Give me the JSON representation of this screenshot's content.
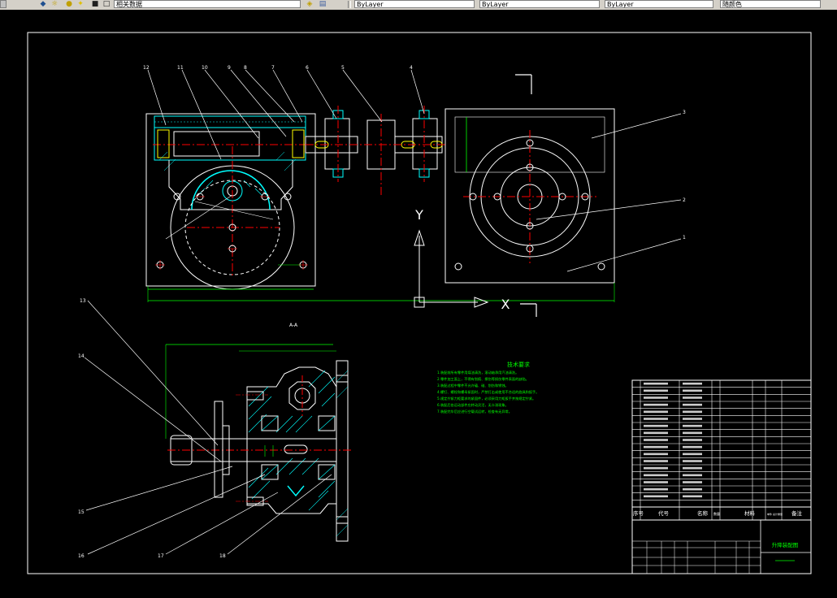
{
  "toolbar": {
    "layer_field": "相关数据_",
    "field2": "ByLayer",
    "field3": "ByLayer",
    "field4": "ByLayer",
    "field5": "随颜色"
  },
  "colors": {
    "background": "#000000",
    "outline": "#ffffff",
    "dimension": "#00ff00",
    "centerline": "#ff0000",
    "hidden": "#ffff00",
    "hatch": "#00ffff",
    "label": "#ffffff"
  },
  "drawing": {
    "balloons_top": [
      "12",
      "11",
      "10",
      "9",
      "8",
      "7",
      "6",
      "5",
      "4"
    ],
    "balloons_right": [
      "3",
      "2",
      "1"
    ],
    "balloons_bottom": [
      "13",
      "14",
      "15",
      "16",
      "17",
      "18"
    ],
    "axis_y": "Y",
    "axis_x": "X",
    "section_label": "A-A",
    "tech_req_title": "技术要求",
    "tech_req_lines": [
      "1.装配前所有零件用煤油清洗，滚动轴承用汽油清洗。",
      "2.零件加工面上，不得有划痕、擦伤等损伤零件表面的缺陷。",
      "3.装配过程中零件不允许磕、碰、划伤和锈蚀。",
      "4.螺钉、螺栓和螺母紧固时，严禁打击或使用不合适的旋具和扳手。",
      "5.规定拧紧力矩要求的紧固件，必须采用力矩扳手并按规定拧紧。",
      "6.装配后各运动部件应转动灵活，无卡滞现象。",
      "7.装配完毕后应进行空载试运转，检查有无异常。"
    ]
  },
  "title_block": {
    "drawing_title": "升降装配图",
    "header": {
      "no": "序号",
      "code": "代号",
      "name": "名称",
      "qty": "数量",
      "material": "材料",
      "weight": "单件 总计重量",
      "remark": "备注"
    }
  }
}
